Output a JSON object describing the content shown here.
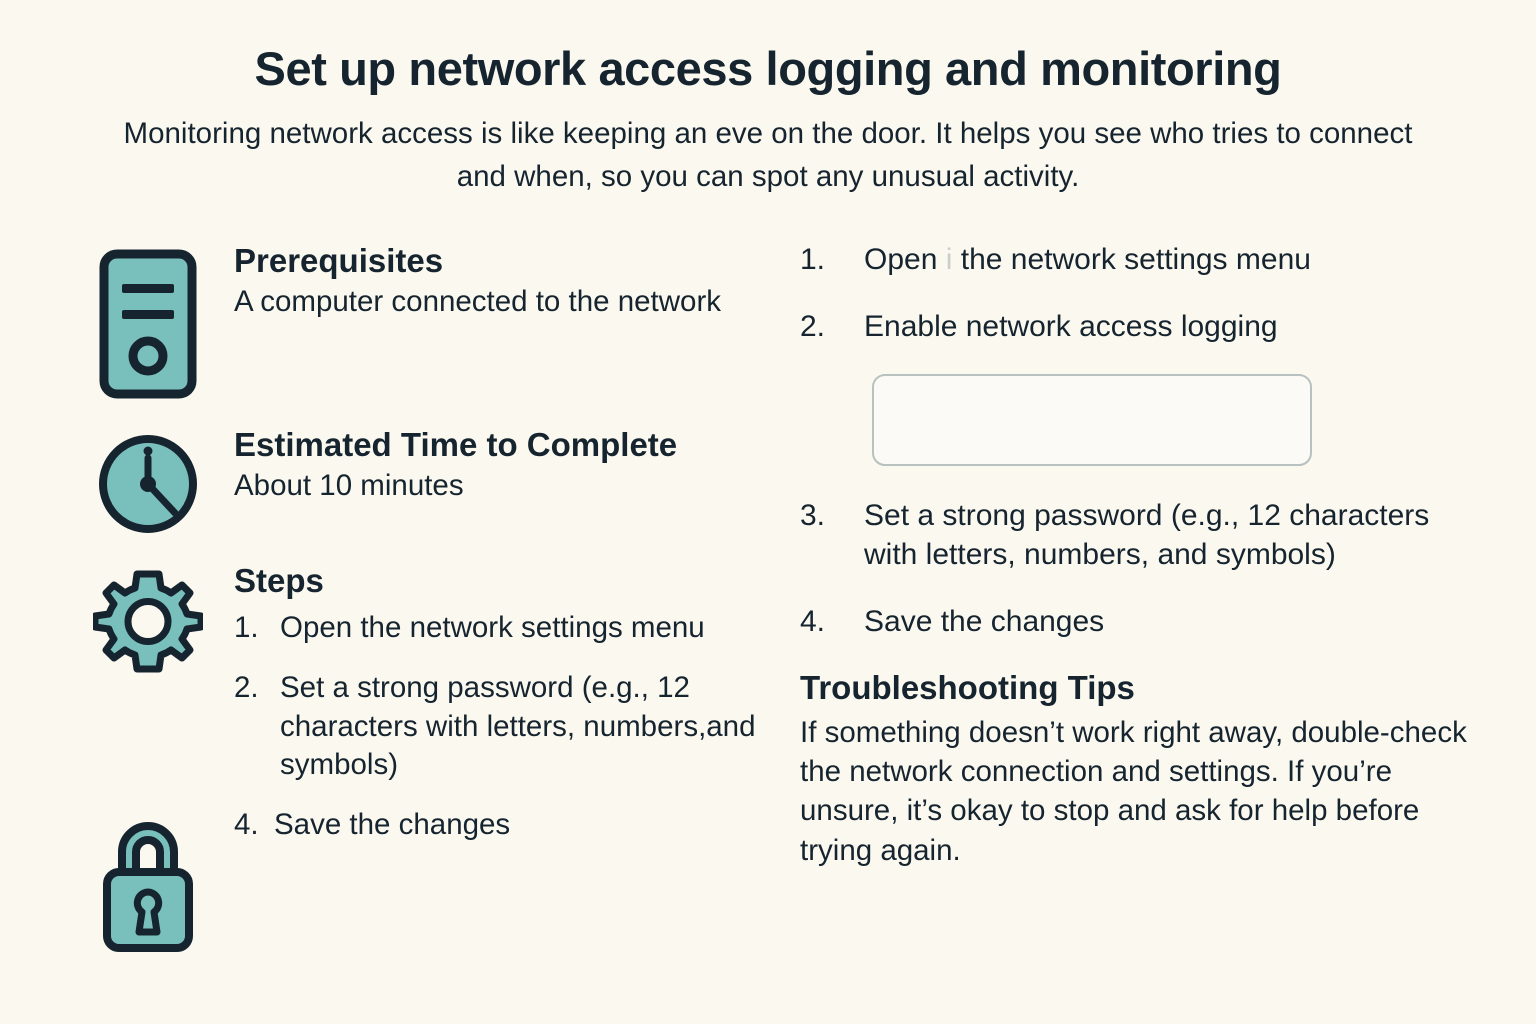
{
  "header": {
    "title": "Set up network access logging and monitoring",
    "subtitle": "Monitoring network access is like keeping an eve on the door. It helps you see who tries to connect and when, so you can spot any unusual activity."
  },
  "colors": {
    "background": "#faf8ef",
    "text": "#16242f",
    "icon_fill": "#79bfbc",
    "icon_stroke": "#16242f",
    "input_border": "#b7c1bf",
    "input_fill": "#fbfaf6",
    "ghost_text": "#c9cdcb"
  },
  "left_column": {
    "prerequisites": {
      "icon": "computer-tower-icon",
      "heading": "Prerequisites",
      "text": "A computer connected to the network"
    },
    "estimated_time": {
      "icon": "clock-icon",
      "heading": "Estimated Time to Complete",
      "text": "About 10 minutes"
    },
    "steps": {
      "icon": "gear-icon",
      "heading": "Steps",
      "items": [
        {
          "number": "1.",
          "text": "Open the network settings menu"
        },
        {
          "number": "2.",
          "text": "Set a strong password (e.g., 12 characters with letters, numbers,and symbols)"
        },
        {
          "number": "4.",
          "text": "Save the changes"
        }
      ]
    },
    "lock": {
      "icon": "lock-icon"
    }
  },
  "right_column": {
    "steps": [
      {
        "number": "1.",
        "text_before": "Open",
        "ghost": "i",
        "text_after": "the network settings menu"
      },
      {
        "number": "2.",
        "text": "Enable network access logging"
      },
      {
        "number": "3.",
        "text": "Set a strong password (e.g., 12 characters with letters, numbers, and symbols)"
      },
      {
        "number": "4.",
        "text": "Save the changes"
      }
    ],
    "input": {
      "value": "",
      "placeholder": ""
    },
    "troubleshooting": {
      "heading": "Troubleshooting Tips",
      "text": "If something doesn’t work right away, double-check the network connection and settings. If you’re unsure, it’s okay to stop and ask for help before trying again."
    }
  }
}
